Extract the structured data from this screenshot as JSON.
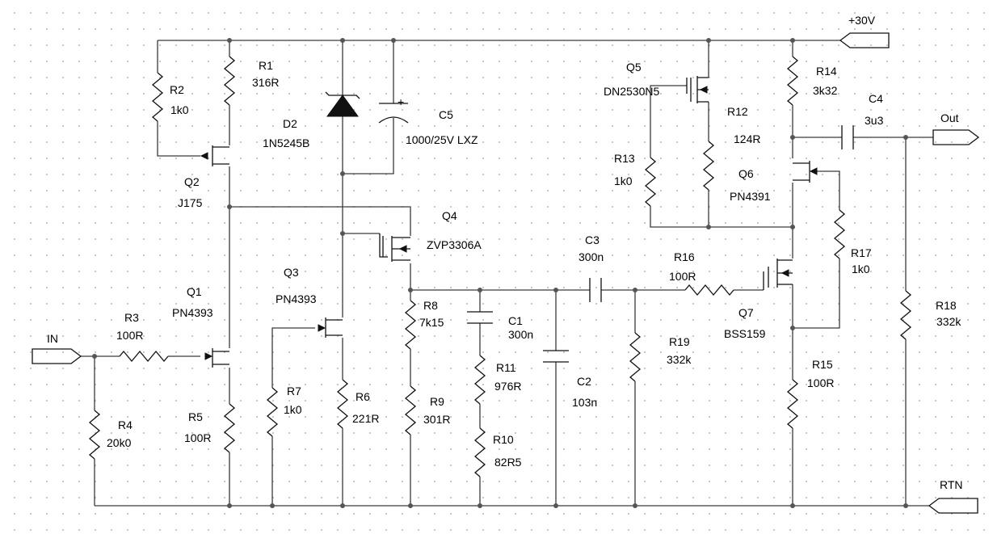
{
  "components": {
    "R1": {
      "ref": "R1",
      "value": "316R"
    },
    "R2": {
      "ref": "R2",
      "value": "1k0"
    },
    "R3": {
      "ref": "R3",
      "value": "100R"
    },
    "R4": {
      "ref": "R4",
      "value": "20k0"
    },
    "R5": {
      "ref": "R5",
      "value": "100R"
    },
    "R6": {
      "ref": "R6",
      "value": "221R"
    },
    "R7": {
      "ref": "R7",
      "value": "1k0"
    },
    "R8": {
      "ref": "R8",
      "value": "7k15"
    },
    "R9": {
      "ref": "R9",
      "value": "301R"
    },
    "R10": {
      "ref": "R10",
      "value": "82R5"
    },
    "R11": {
      "ref": "R11",
      "value": "976R"
    },
    "R12": {
      "ref": "R12",
      "value": "124R"
    },
    "R13": {
      "ref": "R13",
      "value": "1k0"
    },
    "R14": {
      "ref": "R14",
      "value": "3k32"
    },
    "R15": {
      "ref": "R15",
      "value": "100R"
    },
    "R16": {
      "ref": "R16",
      "value": "100R"
    },
    "R17": {
      "ref": "R17",
      "value": "1k0"
    },
    "R18": {
      "ref": "R18",
      "value": "332k"
    },
    "R19": {
      "ref": "R19",
      "value": "332k"
    },
    "C1": {
      "ref": "C1",
      "value": "300n"
    },
    "C2": {
      "ref": "C2",
      "value": "103n"
    },
    "C3": {
      "ref": "C3",
      "value": "300n"
    },
    "C4": {
      "ref": "C4",
      "value": "3u3"
    },
    "C5": {
      "ref": "C5",
      "value": "1000/25V LXZ",
      "polarity": "+"
    },
    "D2": {
      "ref": "D2",
      "value": "1N5245B"
    },
    "Q1": {
      "ref": "Q1",
      "value": "PN4393"
    },
    "Q2": {
      "ref": "Q2",
      "value": "J175"
    },
    "Q3": {
      "ref": "Q3",
      "value": "PN4393"
    },
    "Q4": {
      "ref": "Q4",
      "value": "ZVP3306A"
    },
    "Q5": {
      "ref": "Q5",
      "value": "DN2530N5"
    },
    "Q6": {
      "ref": "Q6",
      "value": "PN4391"
    },
    "Q7": {
      "ref": "Q7",
      "value": "BSS159"
    }
  },
  "ports": {
    "supply": "+30V",
    "input": "IN",
    "output": "Out",
    "return": "RTN"
  },
  "style": {
    "wire_color": "#3a3a3a",
    "background": "#ffffff",
    "grid_dot_color": "#bdbdbd"
  }
}
